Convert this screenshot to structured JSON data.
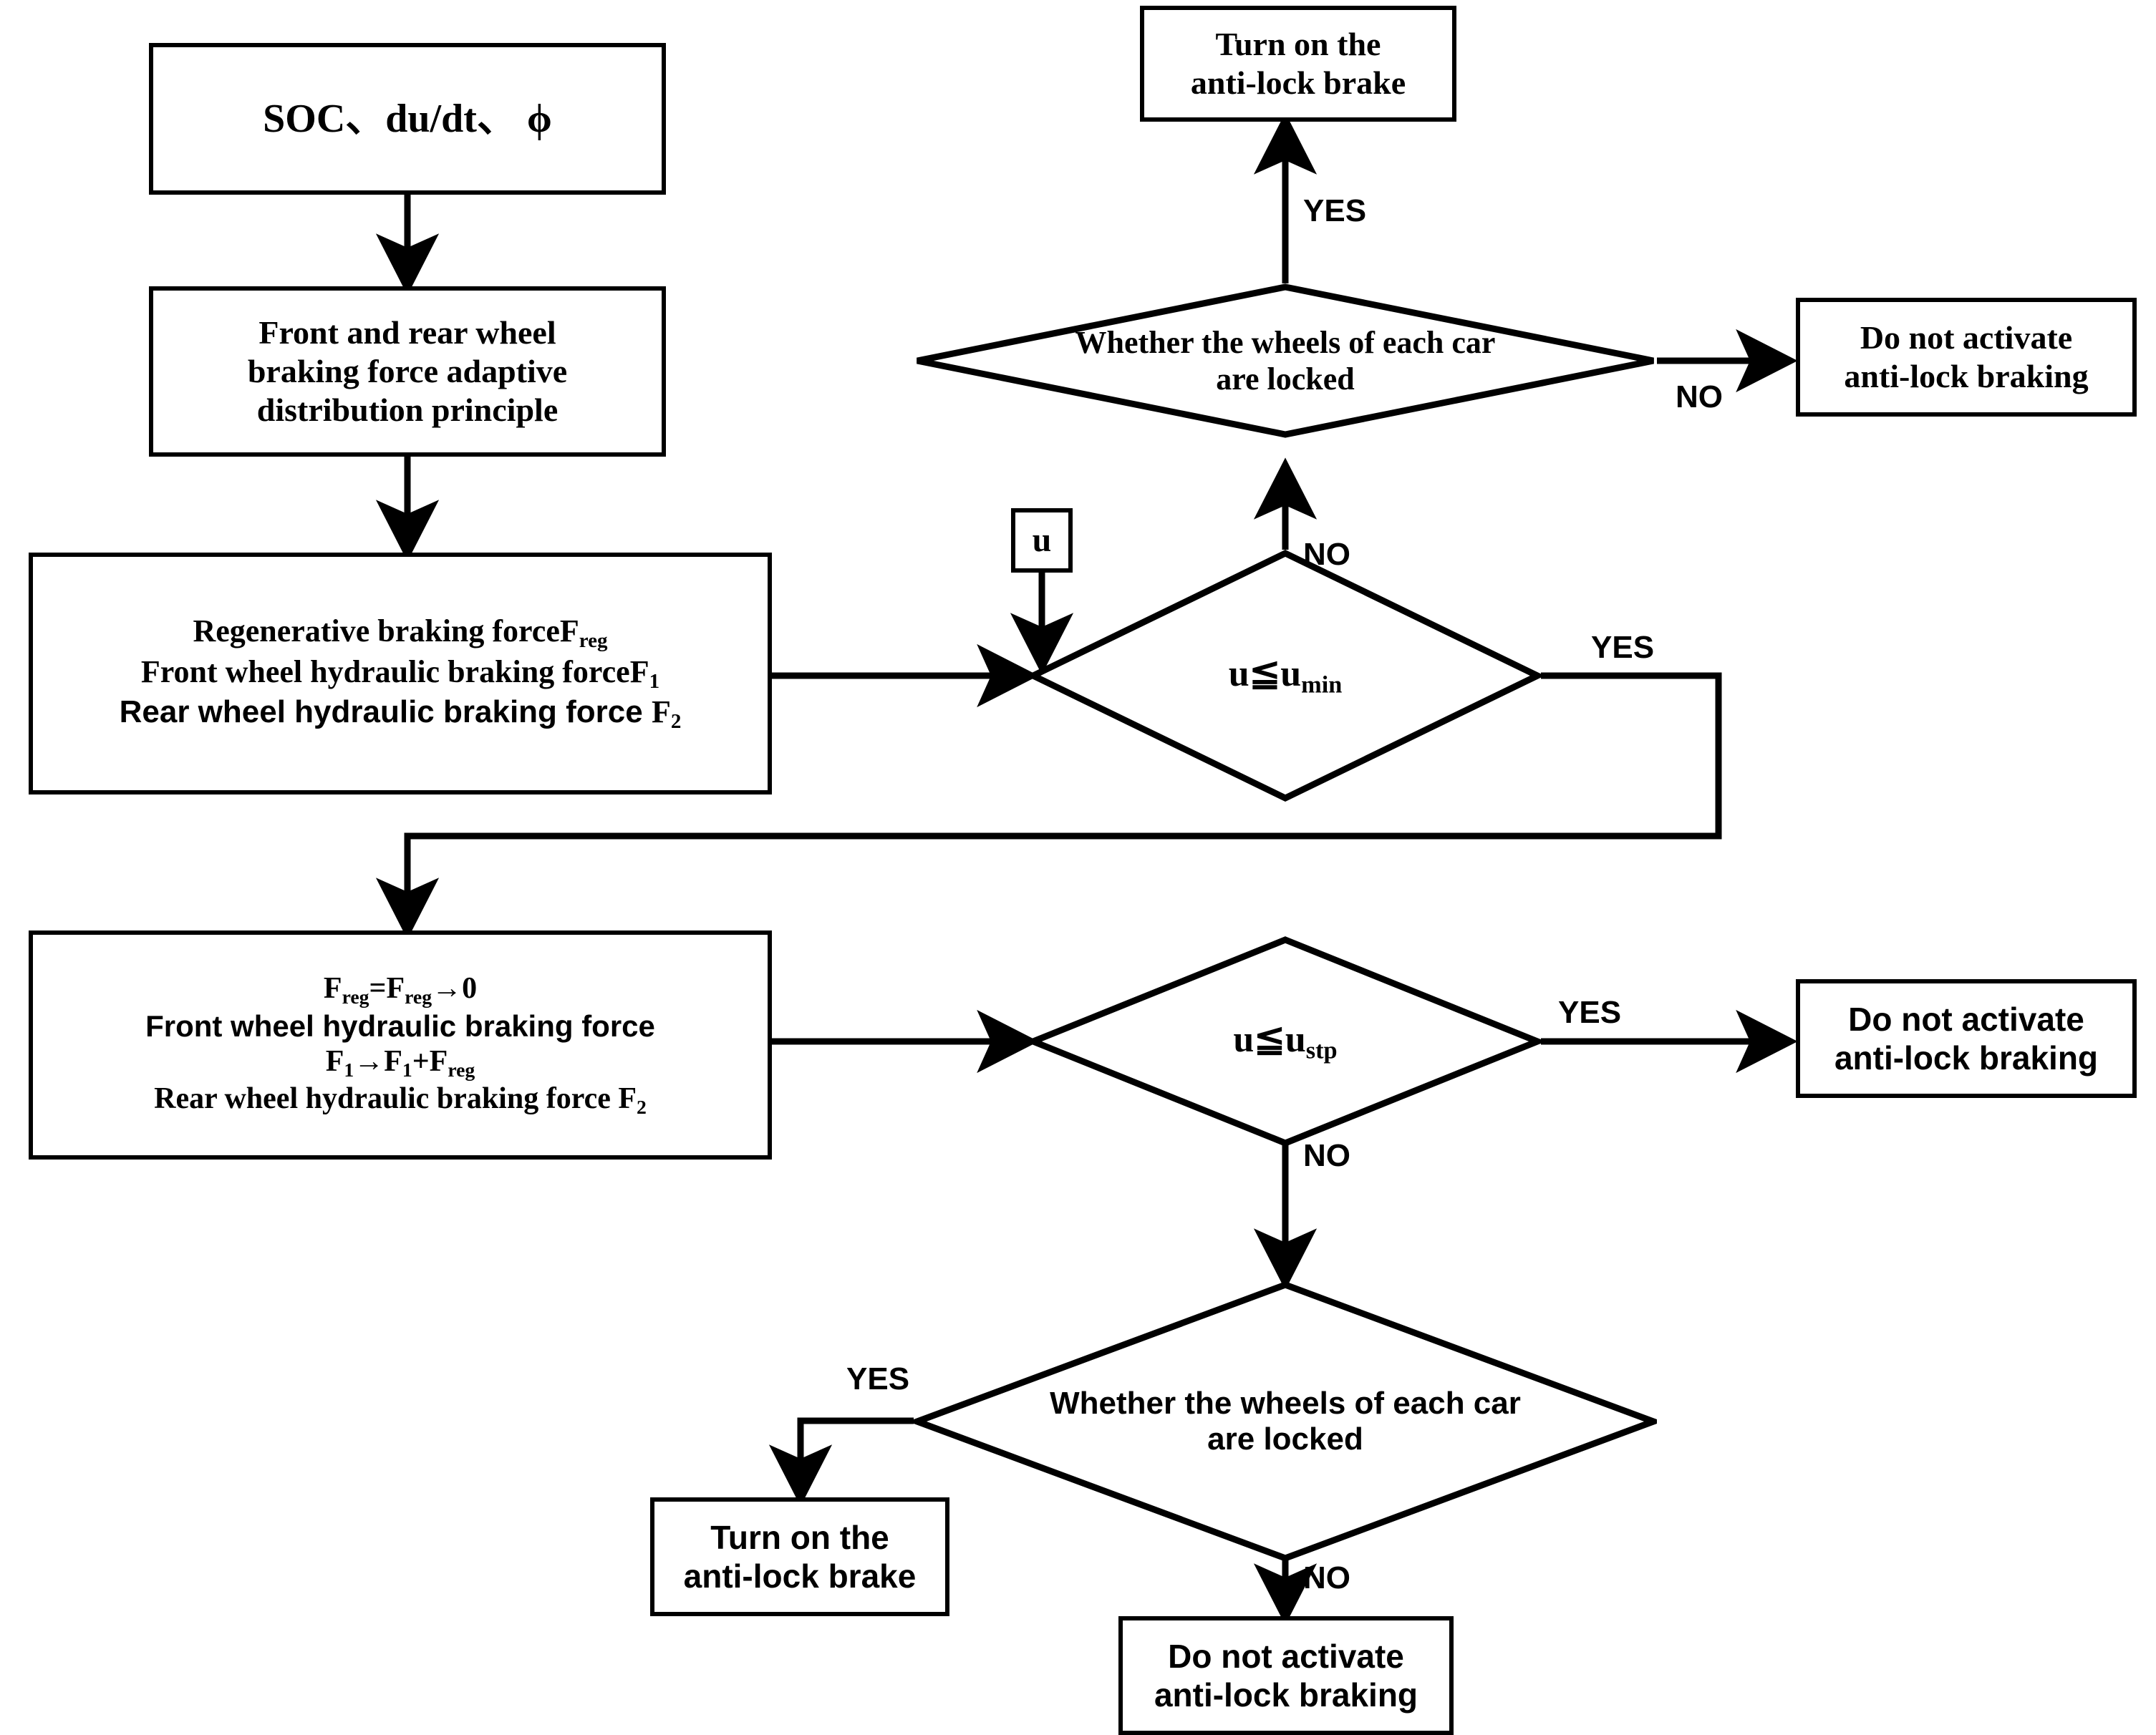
{
  "diagram": {
    "title": "Regenerative braking and anti-lock braking control flowchart",
    "colors": {
      "stroke": "#000000",
      "fill": "#ffffff",
      "text": "#000000"
    },
    "nodes": {
      "inputs": {
        "text": "SOC、du/dt、 ϕ"
      },
      "distribution": {
        "line1": "Front and rear wheel",
        "line2": "braking force adaptive",
        "line3": "distribution principle"
      },
      "forces": {
        "line1_pre": "Regenerative braking force",
        "line1_sym": "F",
        "line1_sub": "reg",
        "line2_pre": "Front wheel hydraulic braking force",
        "line2_sym": "F",
        "line2_sub": "1",
        "line3_pre": "Rear wheel hydraulic braking force ",
        "line3_sym": "F",
        "line3_sub": "2"
      },
      "u_signal": {
        "text": "u"
      },
      "dec_umin": {
        "lhs": "u",
        "op": "≦",
        "rhs_sym": "u",
        "rhs_sub": "min"
      },
      "dec_wheels_top": {
        "line1": "Whether the wheels of each car",
        "line2": "are locked"
      },
      "turn_on_top": {
        "line1": "Turn on the",
        "line2": "anti-lock brake"
      },
      "no_activate_top": {
        "line1": "Do not activate",
        "line2": "anti-lock braking"
      },
      "forces2": {
        "line1": {
          "a_sym": "F",
          "a_sub": "reg",
          "eq": "=",
          "b_sym": "F",
          "b_sub": "reg",
          "arrow": "→0"
        },
        "line2": "Front wheel hydraulic braking force",
        "line3": {
          "a_sym": "F",
          "a_sub": "1",
          "arrow": "→",
          "b_sym": "F",
          "b_sub": "1",
          "plus": "+",
          "c_sym": "F",
          "c_sub": "reg"
        },
        "line4": {
          "pre": "Rear wheel hydraulic braking force ",
          "sym": "F",
          "sub": "2"
        }
      },
      "dec_ustp": {
        "lhs": "u",
        "op": "≦",
        "rhs_sym": "u",
        "rhs_sub": "stp"
      },
      "no_activate_mid": {
        "line1": "Do not activate",
        "line2": "anti-lock braking"
      },
      "dec_wheels_bot": {
        "line1": "Whether the wheels of each car",
        "line2": "are locked"
      },
      "turn_on_bot": {
        "line1": "Turn on the",
        "line2": "anti-lock brake"
      },
      "no_activate_bot": {
        "line1": "Do not activate",
        "line2": "anti-lock braking"
      }
    },
    "edge_labels": {
      "yes_top": "YES",
      "no_top": "NO",
      "no_umin": "NO",
      "yes_umin": "YES",
      "yes_ustp": "YES",
      "no_ustp": "NO",
      "yes_bottom": "YES",
      "no_bottom": "NO"
    }
  }
}
